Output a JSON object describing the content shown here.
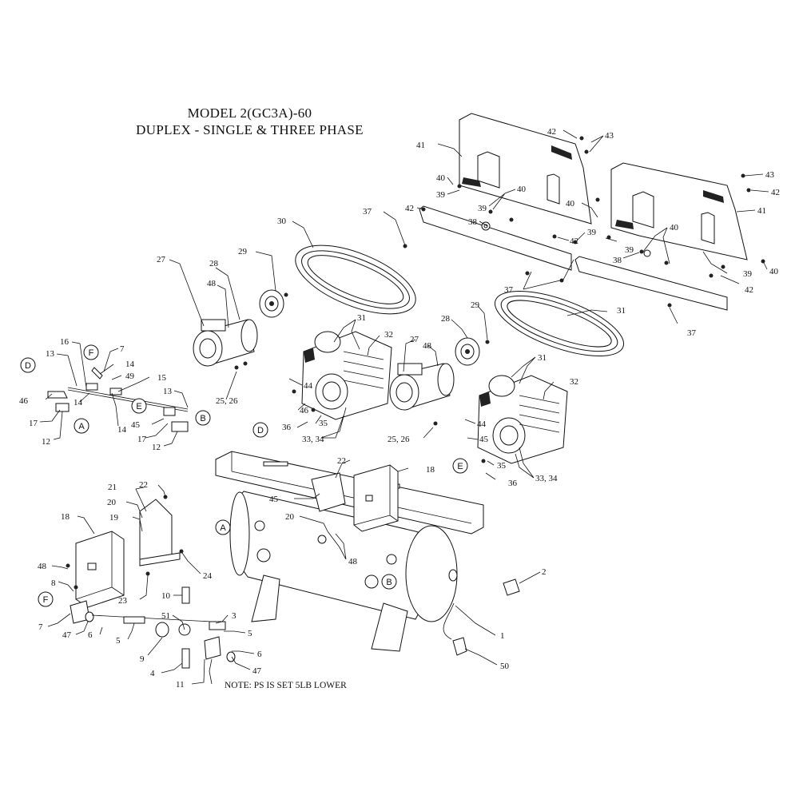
{
  "title": {
    "line1": "MODEL 2(GC3A)-60",
    "line2": "DUPLEX - SINGLE & THREE PHASE"
  },
  "note": "NOTE: PS IS SET 5LB LOWER",
  "labels": [
    {
      "text": "41"
    },
    {
      "text": "42"
    },
    {
      "text": "43"
    },
    {
      "text": "40"
    },
    {
      "text": "39"
    },
    {
      "text": "42"
    },
    {
      "text": "40"
    },
    {
      "text": "39"
    },
    {
      "text": "38"
    },
    {
      "text": "40"
    },
    {
      "text": "37"
    },
    {
      "text": "42"
    },
    {
      "text": "39"
    },
    {
      "text": "43"
    },
    {
      "text": "42"
    },
    {
      "text": "41"
    },
    {
      "text": "40"
    },
    {
      "text": "39"
    },
    {
      "text": "38"
    },
    {
      "text": "39"
    },
    {
      "text": "37"
    },
    {
      "text": "40"
    },
    {
      "text": "42"
    },
    {
      "text": "37"
    },
    {
      "text": "30"
    },
    {
      "text": "29"
    },
    {
      "text": "27"
    },
    {
      "text": "28"
    },
    {
      "text": "48"
    },
    {
      "text": "31"
    },
    {
      "text": "32"
    },
    {
      "text": "44"
    },
    {
      "text": "46"
    },
    {
      "text": "36"
    },
    {
      "text": "35"
    },
    {
      "text": "33, 34"
    },
    {
      "text": "25, 26"
    },
    {
      "text": "28"
    },
    {
      "text": "29"
    },
    {
      "text": "27"
    },
    {
      "text": "48"
    },
    {
      "text": "31"
    },
    {
      "text": "31"
    },
    {
      "text": "32"
    },
    {
      "text": "44"
    },
    {
      "text": "45"
    },
    {
      "text": "35"
    },
    {
      "text": "36"
    },
    {
      "text": "33, 34"
    },
    {
      "text": "25, 26"
    },
    {
      "text": "16"
    },
    {
      "text": "13"
    },
    {
      "text": "7"
    },
    {
      "text": "14"
    },
    {
      "text": "49"
    },
    {
      "text": "15"
    },
    {
      "text": "46"
    },
    {
      "text": "14"
    },
    {
      "text": "14"
    },
    {
      "text": "13"
    },
    {
      "text": "17"
    },
    {
      "text": "45"
    },
    {
      "text": "12"
    },
    {
      "text": "17"
    },
    {
      "text": "12"
    },
    {
      "text": "22"
    },
    {
      "text": "18"
    },
    {
      "text": "21"
    },
    {
      "text": "22"
    },
    {
      "text": "20"
    },
    {
      "text": "19"
    },
    {
      "text": "18"
    },
    {
      "text": "45"
    },
    {
      "text": "20"
    },
    {
      "text": "48"
    },
    {
      "text": "24"
    },
    {
      "text": "48"
    },
    {
      "text": "8"
    },
    {
      "text": "23"
    },
    {
      "text": "10"
    },
    {
      "text": "2"
    },
    {
      "text": "7"
    },
    {
      "text": "47"
    },
    {
      "text": "6"
    },
    {
      "text": "5"
    },
    {
      "text": "51"
    },
    {
      "text": "3"
    },
    {
      "text": "5"
    },
    {
      "text": "9"
    },
    {
      "text": "6"
    },
    {
      "text": "47"
    },
    {
      "text": "4"
    },
    {
      "text": "11"
    },
    {
      "text": "1"
    },
    {
      "text": "50"
    }
  ],
  "callouts": [
    {
      "letter": "D"
    },
    {
      "letter": "F"
    },
    {
      "letter": "A"
    },
    {
      "letter": "E"
    },
    {
      "letter": "B"
    },
    {
      "letter": "D"
    },
    {
      "letter": "E"
    },
    {
      "letter": "A"
    },
    {
      "letter": "B"
    },
    {
      "letter": "F"
    }
  ]
}
